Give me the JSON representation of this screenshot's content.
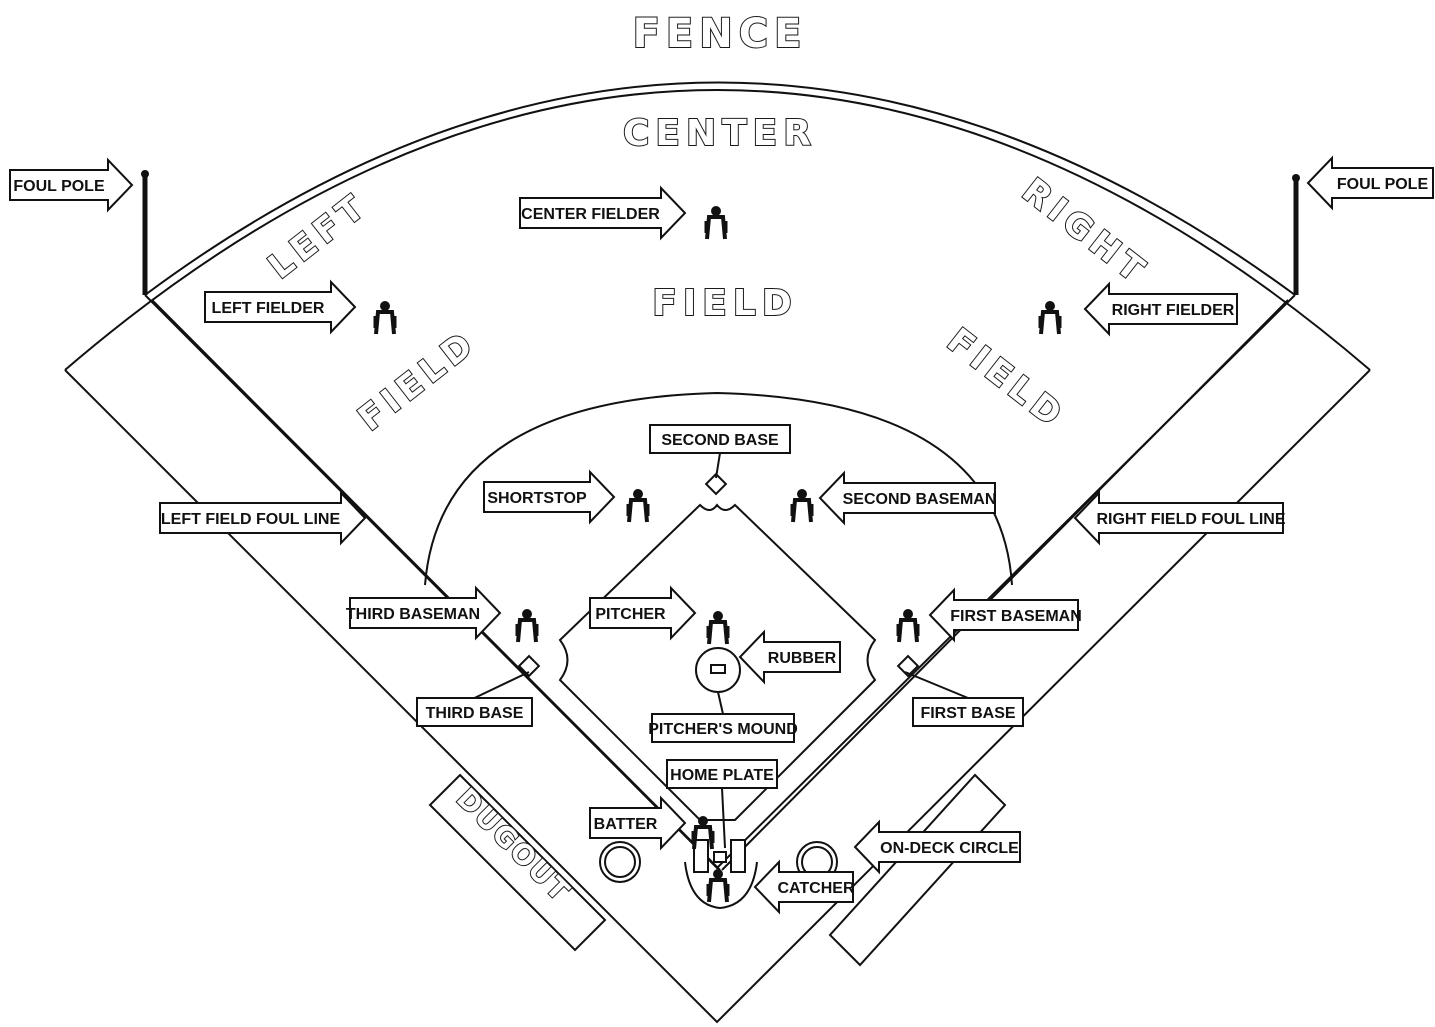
{
  "title": "FENCE",
  "zones": {
    "center": "CENTER",
    "center_field": "FIELD",
    "left": "LEFT",
    "left_field": "FIELD",
    "right": "RIGHT",
    "right_field": "FIELD",
    "dugout": "DUGOUT"
  },
  "labels": {
    "foul_pole_left": "FOUL POLE",
    "foul_pole_right": "FOUL POLE",
    "center_fielder": "CENTER FIELDER",
    "left_fielder": "LEFT FIELDER",
    "right_fielder": "RIGHT FIELDER",
    "second_base": "SECOND BASE",
    "shortstop": "SHORTSTOP",
    "second_baseman": "SECOND BASEMAN",
    "left_field_foul_line": "LEFT FIELD FOUL LINE",
    "right_field_foul_line": "RIGHT FIELD FOUL LINE",
    "third_baseman": "THIRD BASEMAN",
    "pitcher": "PITCHER",
    "first_baseman": "FIRST BASEMAN",
    "rubber": "RUBBER",
    "third_base": "THIRD BASE",
    "first_base": "FIRST BASE",
    "pitchers_mound": "PITCHER'S MOUND",
    "home_plate": "HOME PLATE",
    "batter": "BATTER",
    "on_deck_circle": "ON-DECK CIRCLE",
    "catcher": "CATCHER"
  }
}
